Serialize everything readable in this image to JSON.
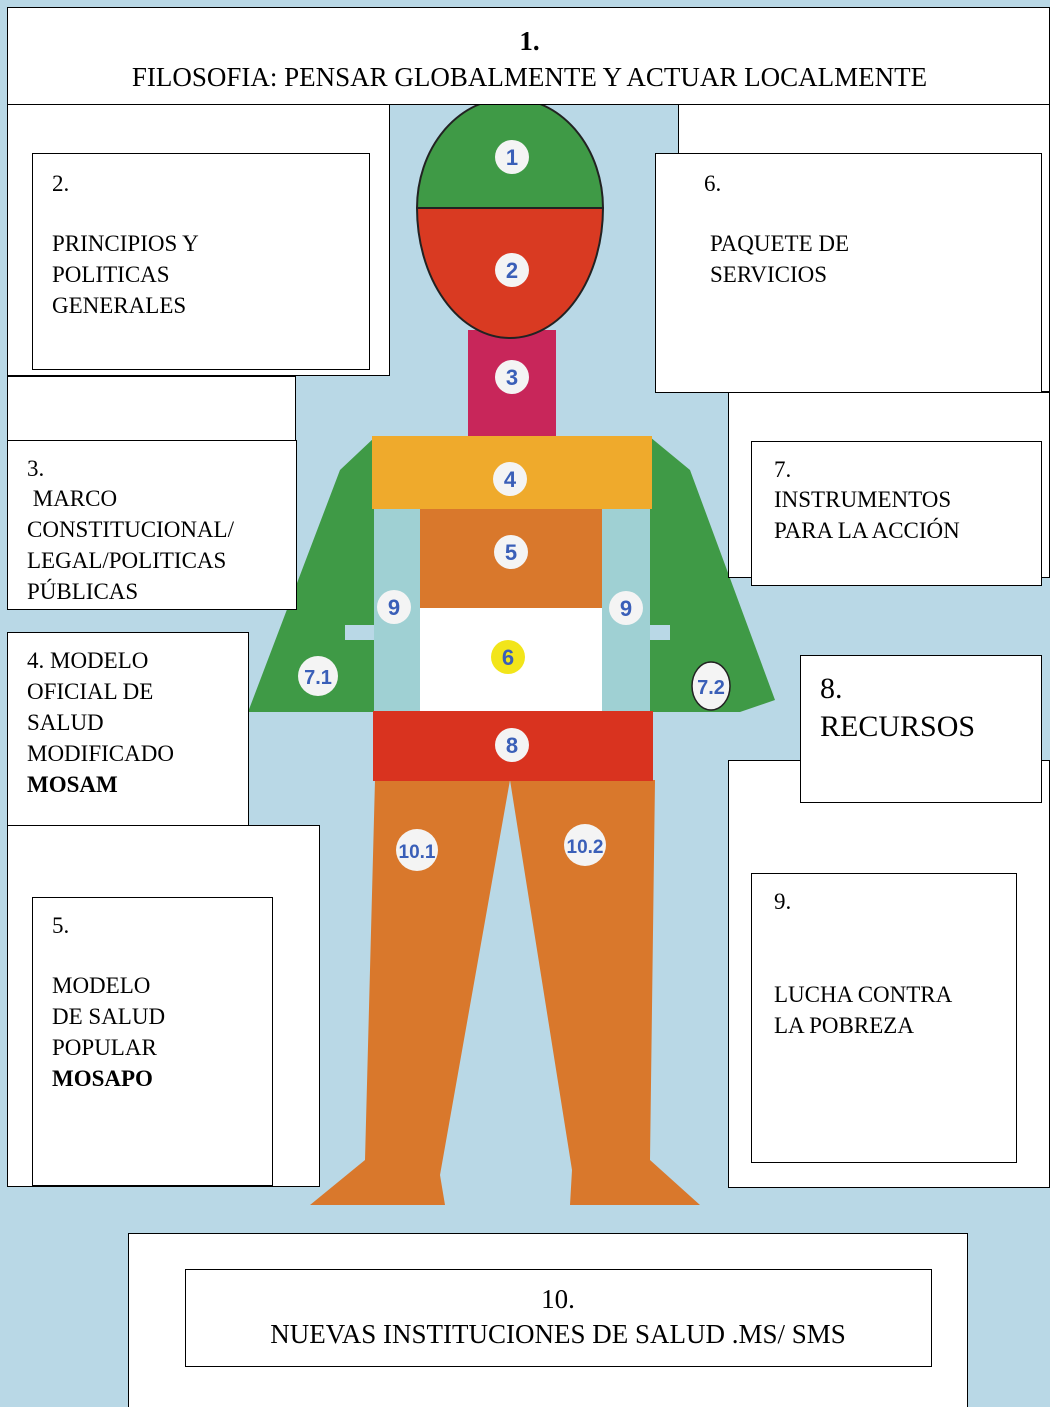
{
  "header": {
    "number": "1.",
    "title": "FILOSOFIA: PENSAR GLOBALMENTE Y ACTUAR LOCALMENTE"
  },
  "boxes": {
    "b2": {
      "number": "2.",
      "lines": [
        "PRINCIPIOS Y",
        "POLITICAS",
        "GENERALES"
      ]
    },
    "b3": {
      "number": "3.",
      "lines": [
        " MARCO",
        "CONSTITUCIONAL/",
        "LEGAL/POLITICAS",
        "PÚBLICAS"
      ]
    },
    "b4": {
      "lines": [
        "4. MODELO",
        "OFICIAL DE",
        "SALUD",
        "MODIFICADO"
      ],
      "bold": "MOSAM"
    },
    "b5": {
      "number": "5.",
      "lines": [
        "MODELO",
        "DE SALUD",
        "POPULAR"
      ],
      "bold": "MOSAPO"
    },
    "b6": {
      "number": "6.",
      "lines": [
        "PAQUETE DE",
        "SERVICIOS"
      ]
    },
    "b7": {
      "number": "7.",
      "lines": [
        "INSTRUMENTOS",
        "PARA LA ACCIÓN"
      ]
    },
    "b8": {
      "number": "8.",
      "title": "RECURSOS"
    },
    "b9": {
      "number": "9.",
      "lines": [
        "LUCHA CONTRA",
        "LA POBREZA"
      ]
    },
    "b10": {
      "number": "10.",
      "title": "NUEVAS INSTITUCIONES DE SALUD .MS/ SMS"
    }
  },
  "figure_badges": {
    "head_top": "1",
    "head_bottom": "2",
    "neck": "3",
    "chest": "4",
    "belly": "5",
    "center": "6",
    "hand_left": "7.1",
    "hand_right": "7.2",
    "waist": "8",
    "strap_left": "9",
    "strap_right": "9",
    "leg_left": "10.1",
    "leg_right": "10.2"
  },
  "colors": {
    "background": "#b9d8e6",
    "head_top": "#3f9a46",
    "head_bottom": "#d93a22",
    "neck": "#c8265a",
    "chest": "#efaa2c",
    "belly": "#d9782c",
    "arms": "#3f9a46",
    "straps": "#9fd0d3",
    "center": "#ffffff",
    "waist": "#d9331f",
    "legs": "#d9782c",
    "badge_fill": "#f4f4f4",
    "badge_text": "#3a5fb8",
    "badge_center_fill": "#f2e51a"
  }
}
